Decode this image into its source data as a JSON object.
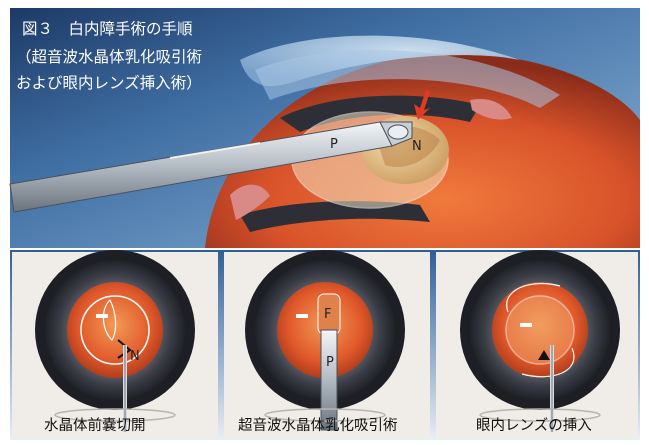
{
  "figure": {
    "title_lines": [
      "図３　白内障手術の手順",
      "（超音波水晶体乳化吸引術",
      "および眼内レンズ挿入術）"
    ],
    "main_labels": {
      "probe": "P",
      "nucleus": "N"
    },
    "panels": [
      {
        "caption": "水晶体前嚢切開",
        "labels": [
          "N"
        ]
      },
      {
        "caption": "超音波水晶体乳化吸引術",
        "labels": [
          "F",
          "P"
        ]
      },
      {
        "caption": "眼内レンズの挿入",
        "labels": []
      }
    ]
  },
  "colors": {
    "background": "#ffffff",
    "eye_orange": "#e0582a",
    "iris_dark": "#3a3d46",
    "sky_blue": "#6f9ec8",
    "title_text": "#ffffff"
  }
}
